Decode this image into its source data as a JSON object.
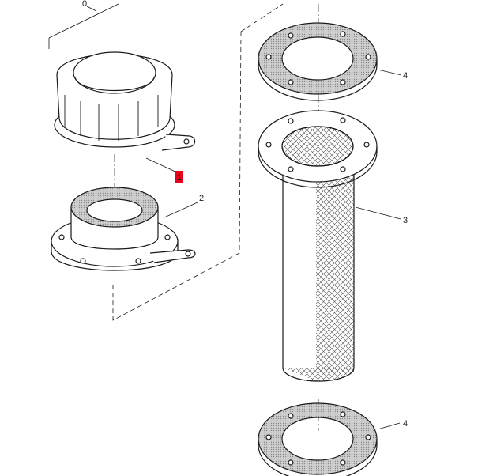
{
  "diagram": {
    "assembly_label": "0",
    "callouts": {
      "cap": "1",
      "filler_neck": "2",
      "strainer": "3",
      "gasket_top": "4",
      "gasket_bottom": "4"
    },
    "highlight_color": "#e8001c",
    "line_color": "#1a1a1a",
    "gasket_fill": "#c8c8c8"
  }
}
